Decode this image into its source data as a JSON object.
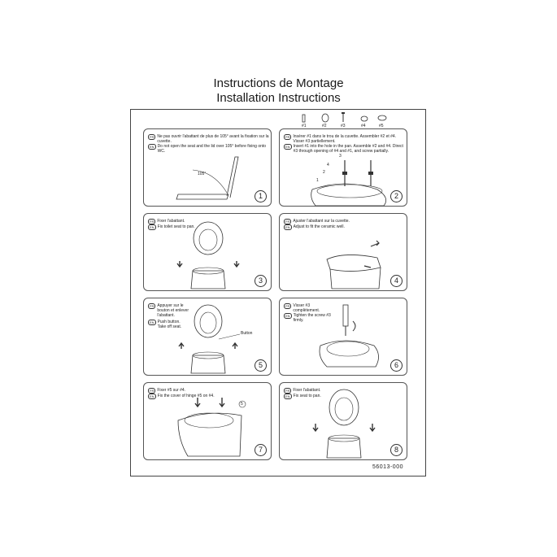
{
  "title_fr": "Instructions de Montage",
  "title_en": "Installation  Instructions",
  "lang_tags": {
    "fr": "FR",
    "en": "EN"
  },
  "parts": [
    "#1",
    "#2",
    "#3",
    "#4",
    "#5"
  ],
  "steps": [
    {
      "num": "1",
      "fr": "Ne pas ouvrir l'abattant de plus de 105° avant la fixation sur la cuvette.",
      "en": "Do not open the seat and the lid over 105° before fixing onto WC.",
      "label": "105°"
    },
    {
      "num": "2",
      "fr": "Insérer #1 dans le trou de la cuvette. Assembler #2 et #4. Visser #3 partiellement.",
      "en": "Insert #1 into the hole in the pan. Assemble #2 and #4. Direct #3 through opening of #4 and #1, and screw partially.",
      "markers": [
        "3",
        "4",
        "2",
        "1"
      ]
    },
    {
      "num": "3",
      "fr": "Fixer l'abattant.",
      "en": "Fix toilet seat to pan."
    },
    {
      "num": "4",
      "fr": "Ajuster l'abattant sur la cuvette.",
      "en": "Adjust to fit the ceramic well."
    },
    {
      "num": "5",
      "fr": "Appuyer sur le bouton et enlever l'abattant.",
      "en": "Push button. Take off seat.",
      "label": "Button"
    },
    {
      "num": "6",
      "fr": "Visser #3 complètement.",
      "en": "Tighten the screw #3 firmly."
    },
    {
      "num": "7",
      "fr": "Fixer #5 sur #4.",
      "en": "Fix the cover of hinge #5 on #4.",
      "label": "5"
    },
    {
      "num": "8",
      "fr": "Fixer l'abattant.",
      "en": "Fix seat to pan."
    }
  ],
  "code": "56013-000"
}
